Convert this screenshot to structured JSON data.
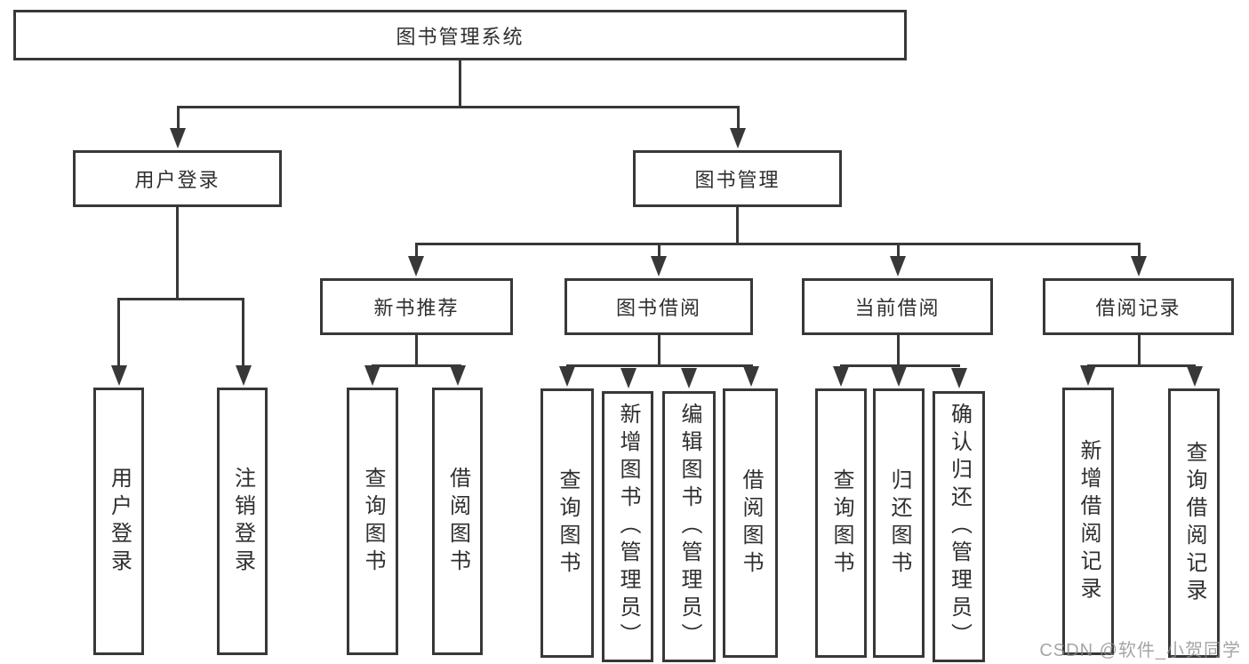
{
  "diagram": {
    "type": "hierarchy-tree",
    "title": "图书管理系统",
    "nodes": {
      "root": {
        "label": "图书管理系统",
        "parent": null
      },
      "user_login": {
        "label": "用户登录",
        "parent": "root"
      },
      "book_mgmt": {
        "label": "图书管理",
        "parent": "root"
      },
      "new_book_rec": {
        "label": "新书推荐",
        "parent": "book_mgmt"
      },
      "book_borrow": {
        "label": "图书借阅",
        "parent": "book_mgmt"
      },
      "current_borrow": {
        "label": "当前借阅",
        "parent": "book_mgmt"
      },
      "borrow_records": {
        "label": "借阅记录",
        "parent": "book_mgmt"
      },
      "leaf_user_login": {
        "label": "用户登录",
        "parent": "user_login"
      },
      "leaf_logout": {
        "label": "注销登录",
        "parent": "user_login"
      },
      "leaf_nb_query": {
        "label": "查询图书",
        "parent": "new_book_rec"
      },
      "leaf_nb_borrow": {
        "label": "借阅图书",
        "parent": "new_book_rec"
      },
      "leaf_bb_query": {
        "label": "查询图书",
        "parent": "book_borrow"
      },
      "leaf_bb_add": {
        "label": "新增图书（管理员）",
        "parent": "book_borrow"
      },
      "leaf_bb_edit": {
        "label": "编辑图书（管理员）",
        "parent": "book_borrow"
      },
      "leaf_bb_borrow": {
        "label": "借阅图书",
        "parent": "book_borrow"
      },
      "leaf_cb_query": {
        "label": "查询图书",
        "parent": "current_borrow"
      },
      "leaf_cb_return": {
        "label": "归还图书",
        "parent": "current_borrow"
      },
      "leaf_cb_confirm": {
        "label": "确认归还（管理员）",
        "parent": "current_borrow"
      },
      "leaf_br_add": {
        "label": "新增借阅记录",
        "parent": "borrow_records"
      },
      "leaf_br_query": {
        "label": "查询借阅记录",
        "parent": "borrow_records"
      }
    },
    "colors": {
      "line": "#383838",
      "box_background": "#ffffff",
      "text": "#2f2f2f",
      "watermark": "#8c8c8c"
    },
    "watermark": "CSDN @软件_小贺同学"
  }
}
